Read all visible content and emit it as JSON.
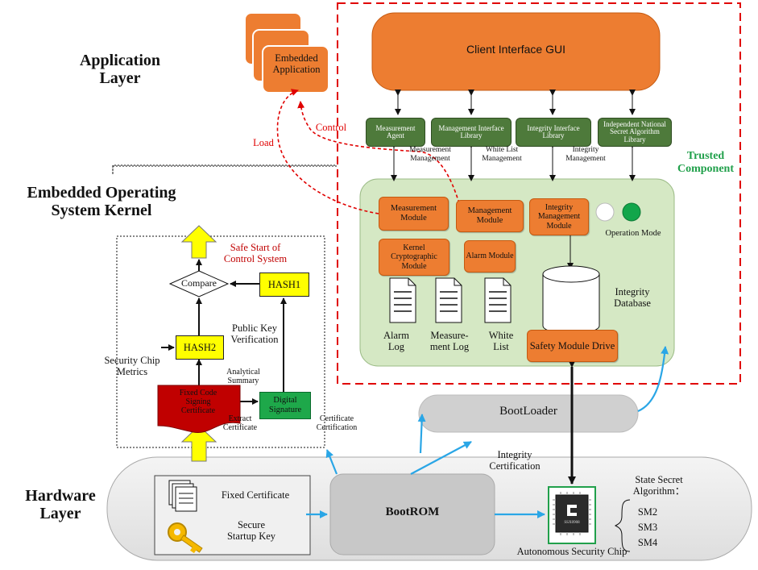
{
  "layers": {
    "application": "Application\nLayer",
    "kernel": "Embedded Operating\nSystem Kernel",
    "hardware": "Hardware\nLayer"
  },
  "app": {
    "embedded_application": "Embedded\nApplication",
    "client_gui": "Client Interface GUI"
  },
  "libraries": [
    "Measurement\nAgent",
    "Management\nInterface Library",
    "Integrity Interface\nLibrary",
    "Independent\nNational Secret\nAlgorithm Library"
  ],
  "lib_links": [
    "Measurement\nManagement",
    "White List\nManagement",
    "Integrity\nManagement"
  ],
  "trusted_component": "Trusted\nComponent",
  "flows": {
    "load": "Load",
    "control": "Control"
  },
  "modules": {
    "measurement": "Measurement\nModule",
    "management": "Management\nModule",
    "integrity_mgmt": "Integrity\nManagement\nModule",
    "kernel_crypto": "Kernel\nCryptographic\nModule",
    "alarm": "Alarm\nModule",
    "safety_drive": "Safety Module\nDrive",
    "operation_mode": "Operation Mode",
    "integrity_db": "Integrity\nDatabase"
  },
  "logs": [
    "Alarm\nLog",
    "Measure-\nment Log",
    "White\nList"
  ],
  "boot": {
    "safe_start": "Safe Start of\nControl System",
    "compare": "Compare",
    "hash1": "HASH1",
    "hash2": "HASH2",
    "public_key": "Public Key\nVerification",
    "security_chip_metrics": "Security Chip\nMetrics",
    "analytical_summary": "Analytical\nSummary",
    "fixed_code_cert": "Fixed Code\nSigning\nCertificate",
    "digital_signature": "Digital\nSignature",
    "extract_cert": "Extract\nCertificate",
    "cert_certification": "Certificate\nCertification"
  },
  "hardware": {
    "bootloader": "BootLoader",
    "bootrom": "BootROM",
    "integrity_cert": "Integrity\nCertification",
    "fixed_certificate": "Fixed Certificate",
    "secure_key": "Secure\nStartup Key",
    "chip_label": "Autonomous Security Chip",
    "chip_code": "SSX0908",
    "state_secret": "State Secret\nAlgorithm：",
    "algorithms": [
      "SM2",
      "SM3",
      "SM4"
    ]
  },
  "colors": {
    "orange": "#ed7d31",
    "dark_green": "#4e7a3b",
    "light_green": "#d5e8c4",
    "trusted_red": "#e00000",
    "yellow": "#ffff00",
    "arrow_blue": "#2aa6e6",
    "gray": "#d0d0d0"
  }
}
